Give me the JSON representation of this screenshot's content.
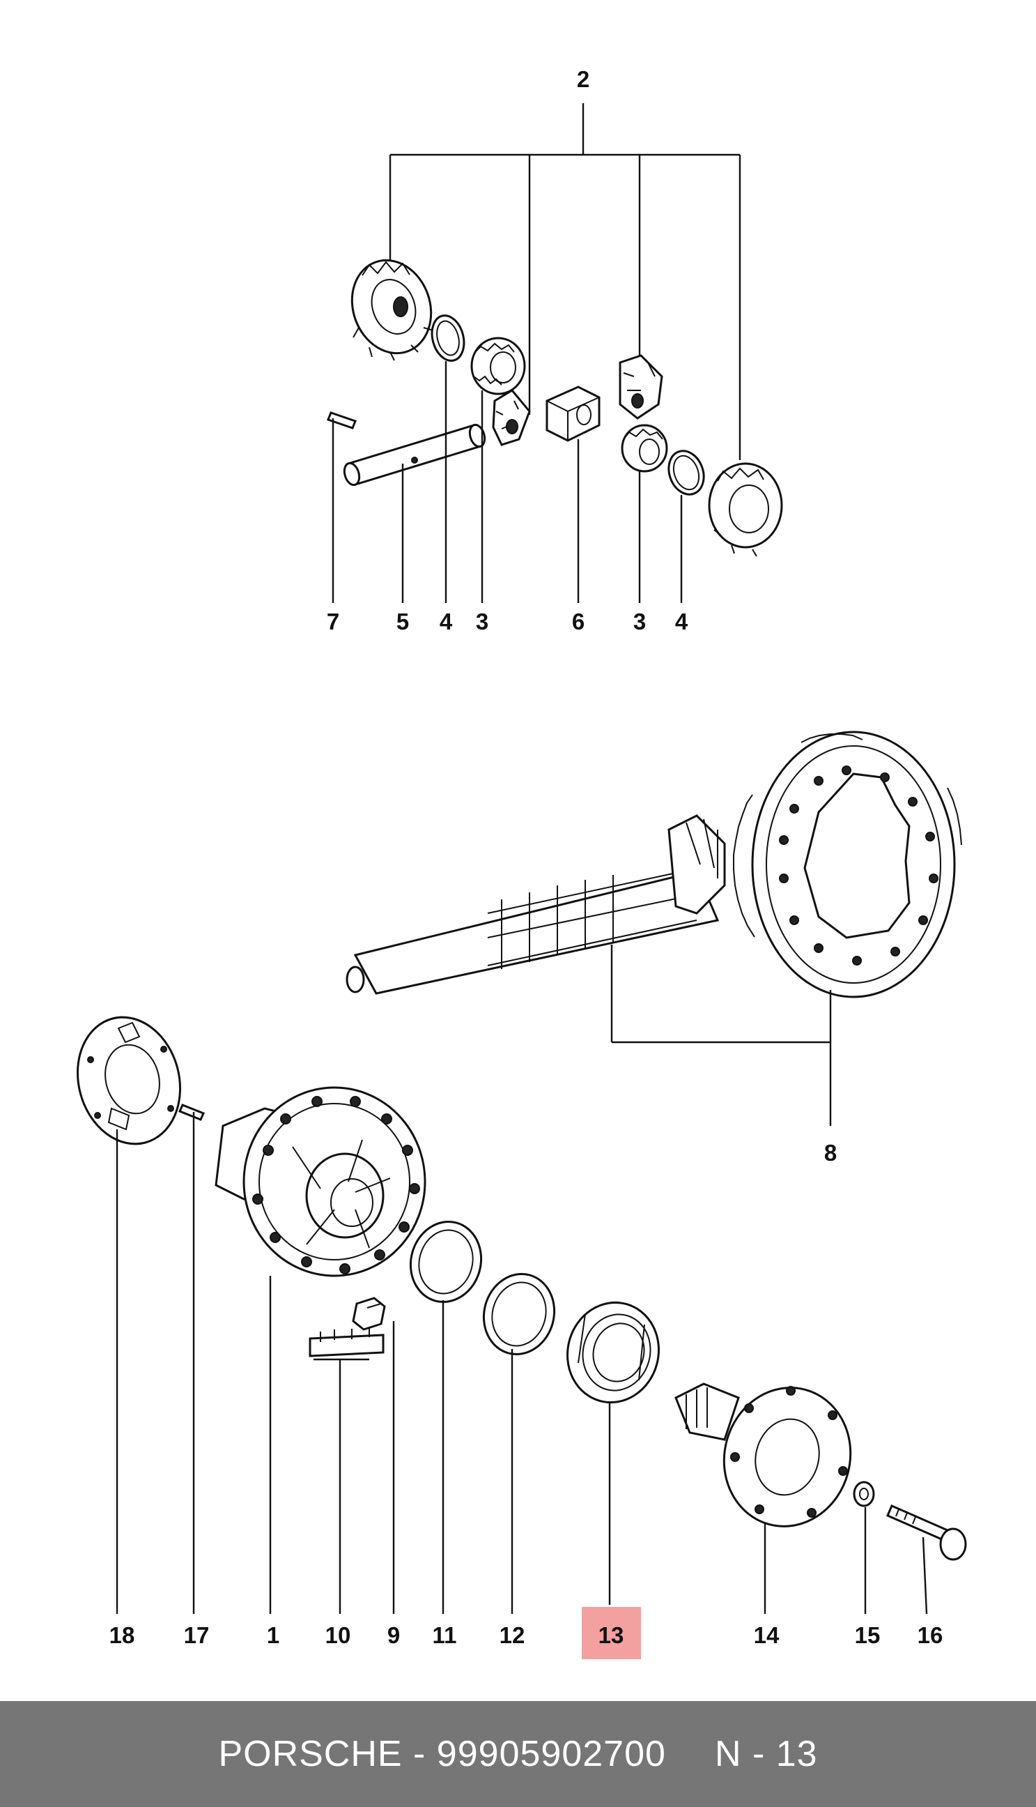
{
  "labels": {
    "top_group": "2",
    "shaft_pin": "7",
    "shaft": "5",
    "ring_left": "4",
    "gear_left": "3",
    "block": "6",
    "gear_right": "3",
    "ring_right": "4",
    "ring_gear": "8",
    "left_cover": "18",
    "pin": "17",
    "housing": "1",
    "lock_plate": "10",
    "bolt": "9",
    "shim_a": "11",
    "shim_b": "12",
    "bearing": "13",
    "flange": "14",
    "washer": "15",
    "screw": "16"
  },
  "highlight": {
    "label": "13",
    "color": "#f2a0a0"
  },
  "footer": {
    "brand_part": "PORSCHE - 99905902700",
    "page": "N - 13"
  }
}
